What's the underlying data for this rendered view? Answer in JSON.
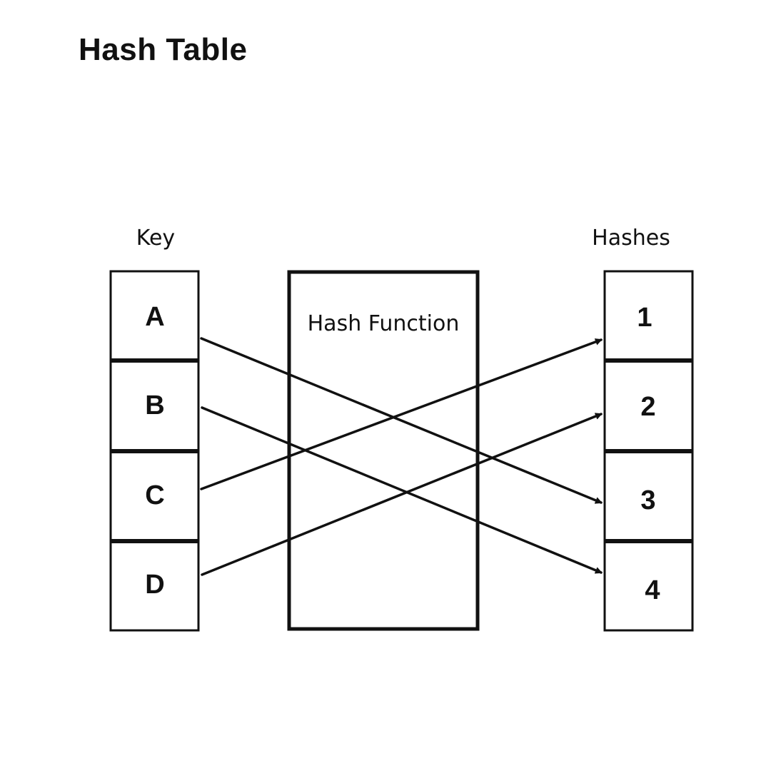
{
  "title": "Hash Table",
  "columns": {
    "keys_label": "Key",
    "hashes_label": "Hashes",
    "function_label": "Hash Function"
  },
  "keys": [
    "A",
    "B",
    "C",
    "D"
  ],
  "hashes": [
    "1",
    "2",
    "3",
    "4"
  ],
  "mappings": [
    {
      "key": "A",
      "hash": "3"
    },
    {
      "key": "B",
      "hash": "4"
    },
    {
      "key": "C",
      "hash": "1"
    },
    {
      "key": "D",
      "hash": "2"
    }
  ]
}
